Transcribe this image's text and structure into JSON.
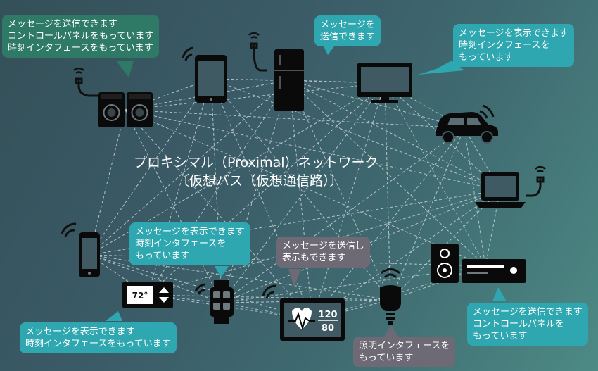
{
  "title": {
    "line1": "プロキシマル（Proximal）ネットワーク",
    "line2": "〔仮想バス（仮想通信路）〕"
  },
  "bubbles": {
    "washer": [
      "メッセージを送信できます",
      "コントロールパネルをもっています",
      "時刻インタフェースをもっています"
    ],
    "fridge": [
      "メッセージを",
      "送信できます"
    ],
    "tv": [
      "メッセージを表示できます",
      "時刻インタフェースを",
      "もっています"
    ],
    "watch": [
      "メッセージを表示できます",
      "時刻インタフェースを",
      "もっています"
    ],
    "health": [
      "メッセージを送信し",
      "表示もできます"
    ],
    "thermostat": [
      "メッセージを表示できます",
      "時刻インタフェースをもっています"
    ],
    "bulb": [
      "照明インタフェースを",
      "もっています"
    ],
    "audio": [
      "メッセージを送信できます",
      "コントロールパネルを",
      "もっています"
    ]
  },
  "thermostat": {
    "temperature": "72°"
  },
  "health_monitor": {
    "systolic": "120",
    "diastolic": "80"
  },
  "colors": {
    "bubble_dark": "#2e7a66",
    "bubble_teal": "#2ea7b0",
    "bubble_gray": "#6e6a75",
    "device": "#0a0a0a"
  },
  "devices": [
    "washer-dryer",
    "tablet",
    "refrigerator",
    "television",
    "car",
    "laptop",
    "smartphone",
    "thermostat",
    "smartwatch",
    "health-monitor",
    "light-bulb",
    "audio-system"
  ]
}
